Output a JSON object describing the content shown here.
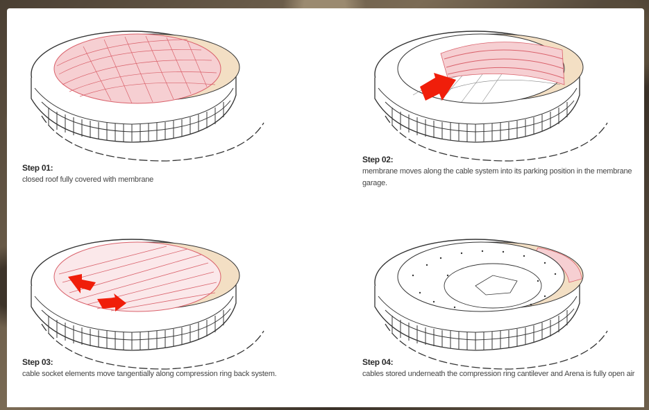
{
  "steps": [
    {
      "title": "Step 01:",
      "text": "closed roof fully covered with membrane"
    },
    {
      "title": "Step 02:",
      "text": "membrane moves along the cable system into its parking position in the membrane garage."
    },
    {
      "title": "Step 03:",
      "text": "cable socket elements move tangentially along compression ring back system."
    },
    {
      "title": "Step 04:",
      "text": "cables stored underneath the compression ring cantilever and Arena is fully open air"
    }
  ],
  "colors": {
    "membrane": "#f6cfd2",
    "membrane_line": "#d9606a",
    "arrow": "#f01e0a",
    "garage": "#f3dfc4",
    "ink": "#333333"
  }
}
